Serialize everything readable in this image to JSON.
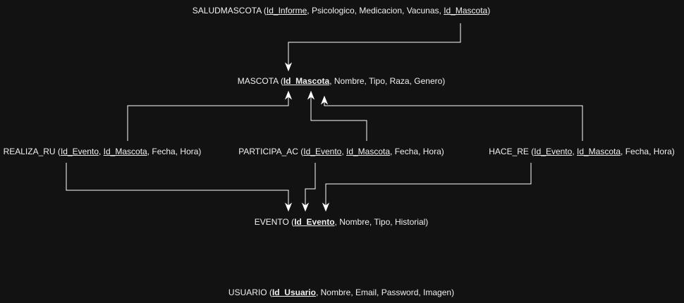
{
  "entities": {
    "saludmascota": {
      "name": "SALUDMASCOTA",
      "attrs": [
        {
          "text": "Id_Informe",
          "key": true,
          "bold": false
        },
        {
          "text": "Psicologico",
          "key": false,
          "bold": false
        },
        {
          "text": "Medicacion",
          "key": false,
          "bold": false
        },
        {
          "text": "Vacunas",
          "key": false,
          "bold": false
        },
        {
          "text": "Id_Mascota",
          "key": true,
          "bold": false
        }
      ]
    },
    "mascota": {
      "name": "MASCOTA",
      "attrs": [
        {
          "text": "Id_Mascota",
          "key": true,
          "bold": true
        },
        {
          "text": "Nombre",
          "key": false,
          "bold": false
        },
        {
          "text": "Tipo",
          "key": false,
          "bold": false
        },
        {
          "text": "Raza",
          "key": false,
          "bold": false
        },
        {
          "text": "Genero",
          "key": false,
          "bold": false
        }
      ]
    },
    "realiza_ru": {
      "name": "REALIZA_RU",
      "attrs": [
        {
          "text": "Id_Evento",
          "key": true,
          "bold": false
        },
        {
          "text": "Id_Mascota",
          "key": true,
          "bold": false
        },
        {
          "text": "Fecha",
          "key": false,
          "bold": false
        },
        {
          "text": "Hora",
          "key": false,
          "bold": false
        }
      ]
    },
    "participa_ac": {
      "name": "PARTICIPA_AC",
      "attrs": [
        {
          "text": "Id_Evento",
          "key": true,
          "bold": false
        },
        {
          "text": "Id_Mascota",
          "key": true,
          "bold": false
        },
        {
          "text": "Fecha",
          "key": false,
          "bold": false
        },
        {
          "text": "Hora",
          "key": false,
          "bold": false
        }
      ]
    },
    "hace_re": {
      "name": "HACE_RE",
      "attrs": [
        {
          "text": "Id_Evento",
          "key": true,
          "bold": false
        },
        {
          "text": "Id_Mascota",
          "key": true,
          "bold": false
        },
        {
          "text": "Fecha",
          "key": false,
          "bold": false
        },
        {
          "text": "Hora",
          "key": false,
          "bold": false
        }
      ]
    },
    "evento": {
      "name": "EVENTO",
      "attrs": [
        {
          "text": "Id_Evento",
          "key": true,
          "bold": true
        },
        {
          "text": "Nombre",
          "key": false,
          "bold": false
        },
        {
          "text": "Tipo",
          "key": false,
          "bold": false
        },
        {
          "text": "Historial",
          "key": false,
          "bold": false
        }
      ]
    },
    "usuario": {
      "name": "USUARIO",
      "attrs": [
        {
          "text": "Id_Usuario",
          "key": true,
          "bold": true
        },
        {
          "text": "Nombre",
          "key": false,
          "bold": false
        },
        {
          "text": "Email",
          "key": false,
          "bold": false
        },
        {
          "text": "Password",
          "key": false,
          "bold": false
        },
        {
          "text": "Imagen",
          "key": false,
          "bold": false
        }
      ]
    }
  },
  "relationships": [
    {
      "from": "saludmascota",
      "to": "mascota"
    },
    {
      "from": "realiza_ru",
      "to": "mascota"
    },
    {
      "from": "participa_ac",
      "to": "mascota"
    },
    {
      "from": "hace_re",
      "to": "mascota"
    },
    {
      "from": "realiza_ru",
      "to": "evento"
    },
    {
      "from": "participa_ac",
      "to": "evento"
    },
    {
      "from": "hace_re",
      "to": "evento"
    }
  ],
  "colors": {
    "background": "#121212",
    "text": "#f0f0f0",
    "edge": "#ffffff"
  }
}
